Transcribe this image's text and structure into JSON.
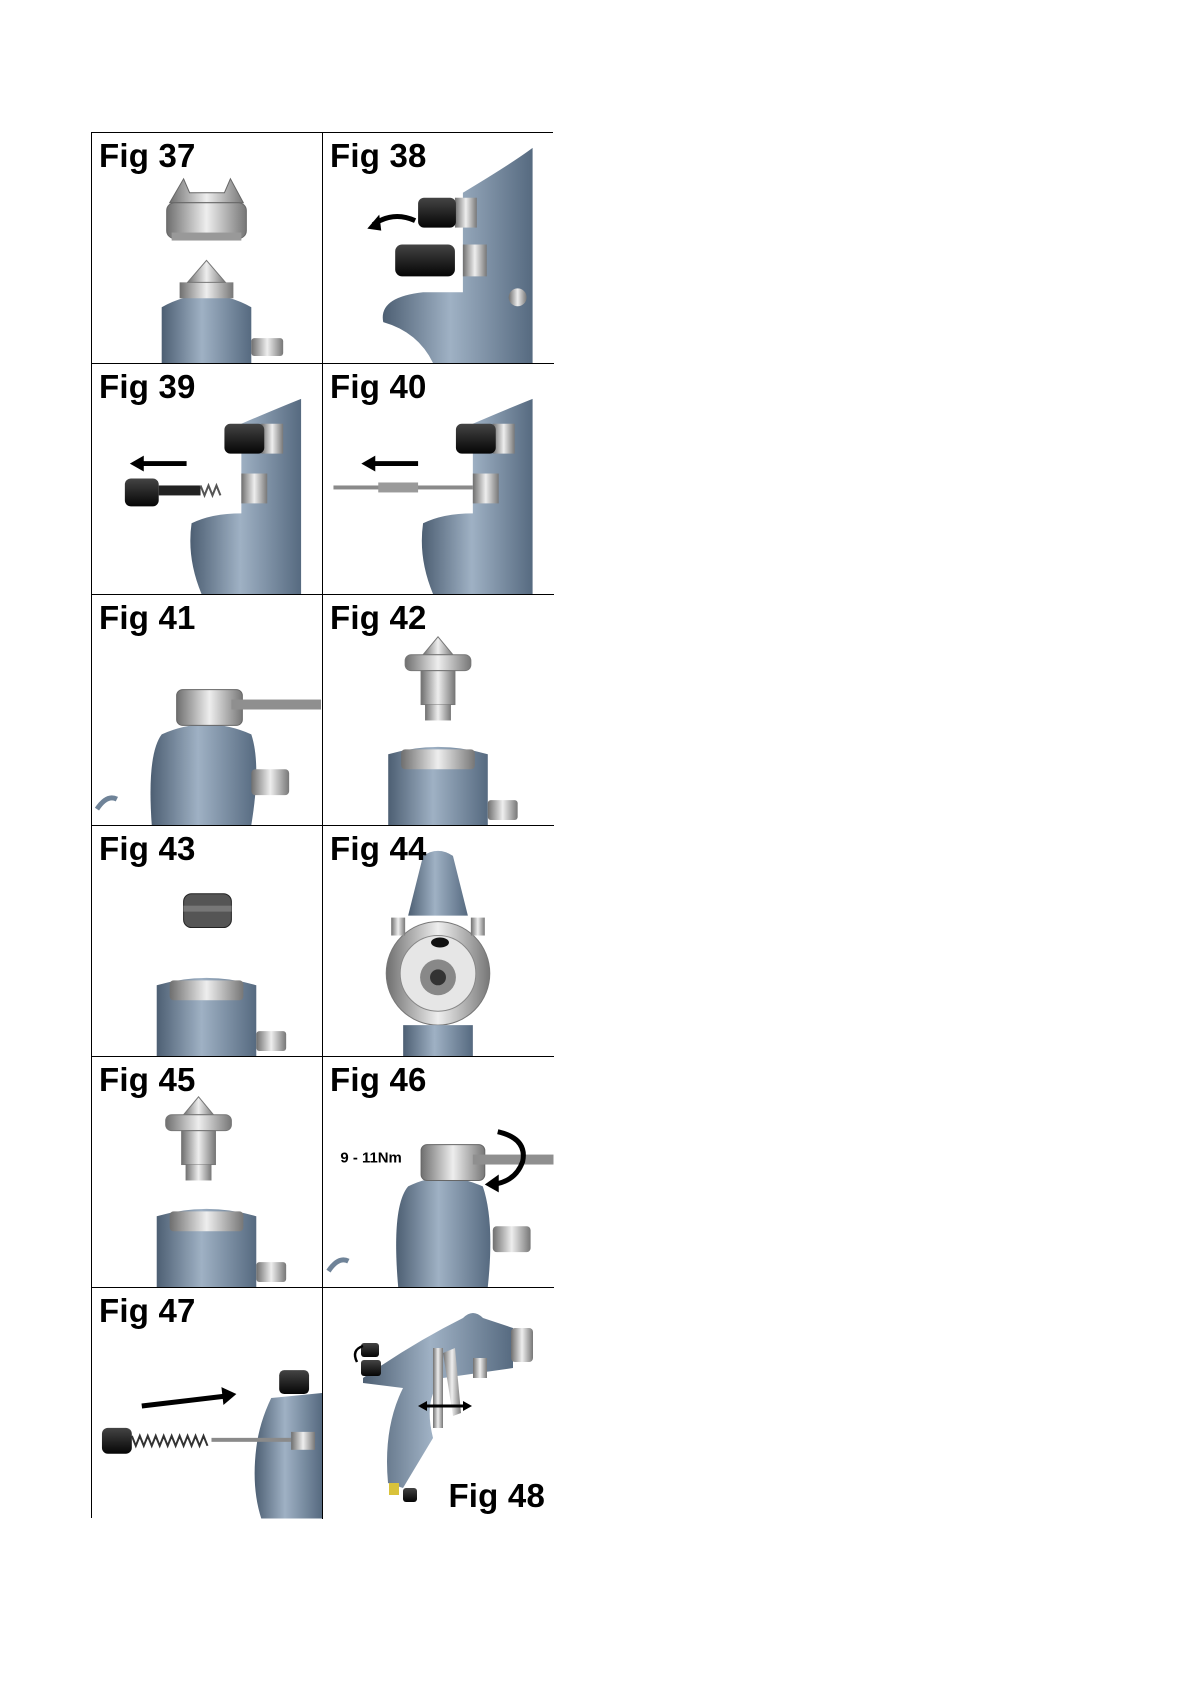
{
  "figures": [
    {
      "label": "Fig 37",
      "icon": "air-cap-removal"
    },
    {
      "label": "Fig 38",
      "icon": "unscrew-knobs"
    },
    {
      "label": "Fig 39",
      "icon": "remove-needle-spring"
    },
    {
      "label": "Fig 40",
      "icon": "remove-needle"
    },
    {
      "label": "Fig 41",
      "icon": "wrench-on-nozzle"
    },
    {
      "label": "Fig 42",
      "icon": "nozzle-lifted"
    },
    {
      "label": "Fig 43",
      "icon": "seal-ring"
    },
    {
      "label": "Fig 44",
      "icon": "front-view-gun-head"
    },
    {
      "label": "Fig 45",
      "icon": "nozzle-reinstall"
    },
    {
      "label": "Fig 46",
      "icon": "torque-nozzle",
      "torque": "9 - 11Nm"
    },
    {
      "label": "Fig 47",
      "icon": "insert-needle"
    },
    {
      "label": "Fig 48",
      "icon": "full-spray-gun"
    }
  ],
  "colors": {
    "body": "#7f93a8",
    "metal": "#c9cdd1",
    "knob": "#1a1a1a",
    "border": "#000000"
  }
}
